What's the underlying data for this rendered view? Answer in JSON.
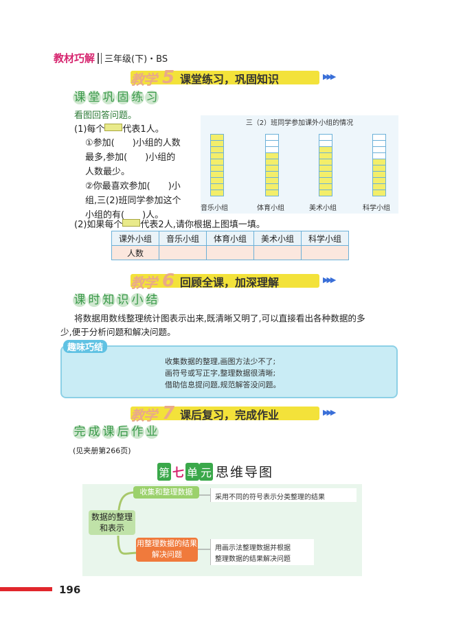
{
  "header": {
    "brand": "教材巧解",
    "grade": "三年级(下)・BS"
  },
  "banner5": {
    "tag": "教学",
    "num": "5",
    "title": "课堂练习，巩固知识"
  },
  "sub1": [
    "课",
    "堂",
    "巩",
    "固",
    "练",
    "习"
  ],
  "exercise": {
    "intro": "看图回答问题。",
    "q1a": "(1)每个",
    "q1b": "代表1人。",
    "q1_1": "①参加(　　)小组的人数",
    "q1_2": "最多,参加(　　)小组的",
    "q1_3": "人数最少。",
    "q1_4": "②你最喜欢参加(　　)小",
    "q1_5": "组,三(2)班同学参加这个",
    "q1_6": "小组的有(　　)人。",
    "q2a": "(2)如果每个",
    "q2b": "代表2人,请你根据上图填一填。"
  },
  "chart_data": {
    "type": "bar",
    "title": "三（2）班同学参加课外小组的情况",
    "categories": [
      "音乐小组",
      "体育小组",
      "美术小组",
      "科学小组"
    ],
    "values": [
      10,
      7,
      8,
      6
    ],
    "ylim": [
      0,
      10
    ],
    "unit_label": "每格代表1人"
  },
  "table": {
    "headers": [
      "课外小组",
      "音乐小组",
      "体育小组",
      "美术小组",
      "科学小组"
    ],
    "row_label": "人数"
  },
  "banner6": {
    "tag": "教学",
    "num": "6",
    "title": "回顾全课，加深理解"
  },
  "sub2": [
    "课",
    "时",
    "知",
    "识",
    "小",
    "结"
  ],
  "summary": [
    "将数据用数线整理统计图表示出来,既清晰又明了,可以直接看出各种数据的多",
    "少,便于分析问题和解决问题。"
  ],
  "tip": {
    "tag": "趣味巧结",
    "lines": [
      "收集数据的整理,画图方法少不了;",
      "画符号或写正字,整理数据很清晰;",
      "借助信息提问题,规范解答没问题。"
    ]
  },
  "banner7": {
    "tag": "教学",
    "num": "7",
    "title": "课后复习，完成作业"
  },
  "sub3": [
    "完",
    "成",
    "课",
    "后",
    "作",
    "业"
  ],
  "homework_ref": "(见夹册第266页)",
  "mindmap": {
    "title_parts": [
      "第",
      "七",
      "单",
      "元",
      "思维导图"
    ],
    "root": "数据的整理和表示",
    "branch1": "收集和整理数据",
    "leaf1": "采用不同的符号表示分类整理的结果",
    "branch2": "用整理数据的结果解决问题",
    "leaf2a": "用画示法整理数据并根据",
    "leaf2b": "整理数据的结果解决问题"
  },
  "page_number": "196",
  "colors": {
    "brand": "#d6246e",
    "banner": "#f3e23a",
    "green": "#3a9a4a",
    "blue": "#6ab0d8",
    "red": "#e1262c"
  }
}
